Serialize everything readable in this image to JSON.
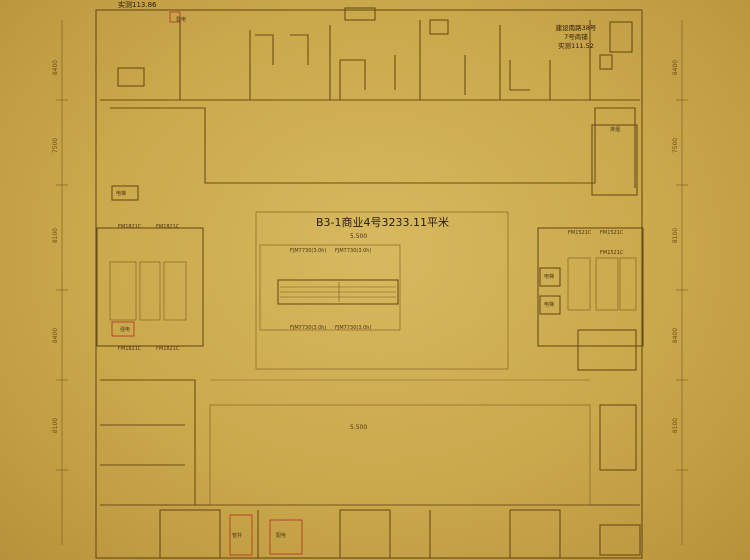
{
  "plan": {
    "title": "B3-1商业4号3233.11平米",
    "top_left_area": "实测113.86",
    "right_note": {
      "line1": "建设南路38号",
      "line2": "7号商铺",
      "line3": "实测111.52"
    },
    "elevation_top": "5.500",
    "elevation_bottom": "5.500",
    "dims_left": [
      "8400",
      "7500",
      "8100",
      "8400",
      "8100"
    ],
    "dims_right": [
      "8400",
      "7500",
      "8100",
      "8400",
      "8100"
    ],
    "escalator_labels": [
      "FJM7730(3.0h)",
      "FJM7730(3.0h)",
      "FJM7730(3.0h)",
      "FJM7730(3.0h)"
    ],
    "stair_labels_left": [
      "FM1821C",
      "FM1821C",
      "FM1821C",
      "FM1821C"
    ],
    "stair_labels_right": [
      "FM1521C",
      "FM1521C",
      "FM1521C"
    ],
    "room_labels": [
      "管井",
      "配电",
      "强电",
      "弱电",
      "电梯",
      "电梯",
      "电梯",
      "排烟"
    ]
  },
  "colors": {
    "background": "#c8a94f",
    "wall": "#6b4e14",
    "red_line": "#b03020"
  }
}
